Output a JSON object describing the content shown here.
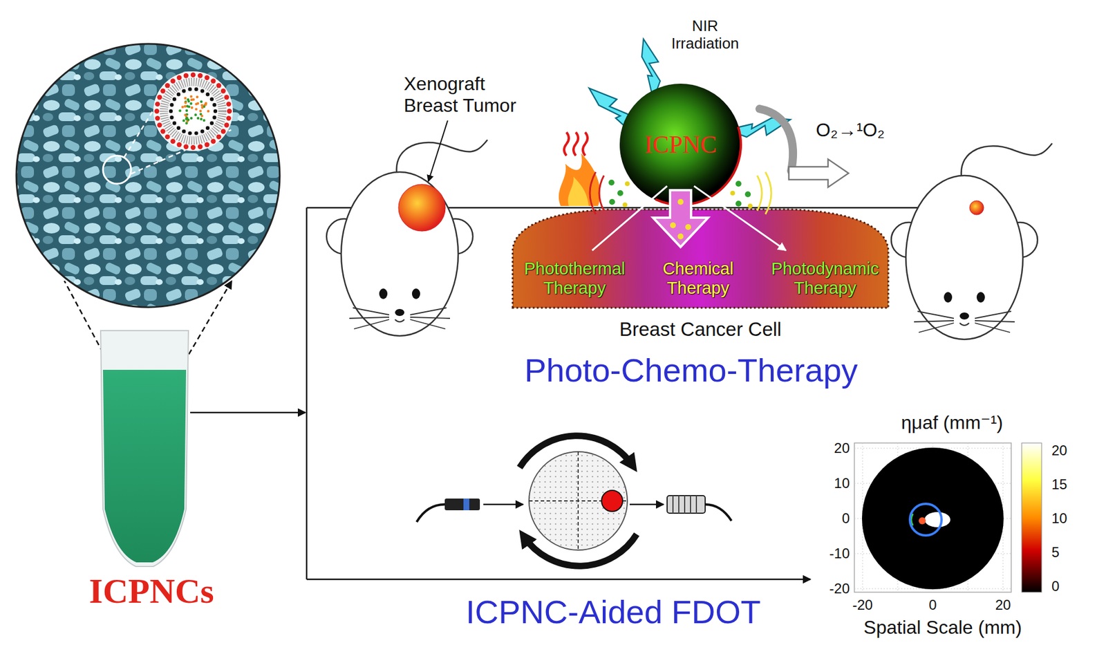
{
  "diagram": {
    "nodes": [
      {
        "text": [
          "ICPNC"
        ]
      },
      {
        "text": [
          "Photothermal Therapy",
          "Chemical Therapy",
          "Photodynamic Therapy",
          "Breast Cancer Cell"
        ]
      }
    ],
    "labels": [
      "Xenograft Breast Tumor",
      "NIR Irradiation",
      "O₂→¹O₂",
      "Photo-Chemo-Therapy",
      "ICPNCs",
      "ICPNC-Aided FDOT",
      "ημaf (mm⁻¹)",
      "20",
      "15",
      "10",
      "5",
      "0",
      "20",
      "10",
      "0",
      "-10",
      "-20",
      "-20",
      "0",
      "20",
      "Spatial Scale (mm)"
    ]
  }
}
